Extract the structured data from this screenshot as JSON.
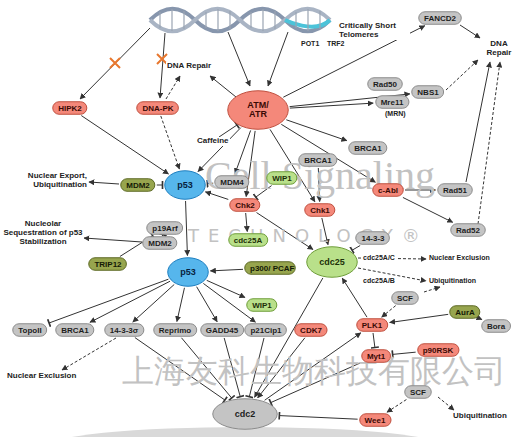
{
  "diagram": {
    "nodes": [
      {
        "text": [
          "FANCD2"
        ]
      },
      {
        "text": [
          "HIPK2"
        ]
      },
      {
        "text": [
          "DNA-PK"
        ]
      },
      {
        "text": [
          "ATM/ ATR"
        ]
      },
      {
        "text": [
          "Rad50"
        ]
      },
      {
        "text": [
          "NBS1"
        ]
      },
      {
        "text": [
          "Mre11"
        ]
      },
      {
        "text": [
          "BRCA1"
        ]
      },
      {
        "text": [
          "MDM2"
        ]
      },
      {
        "text": [
          "MDM4"
        ]
      },
      {
        "text": [
          "p53"
        ]
      },
      {
        "text": [
          "WIP1"
        ]
      },
      {
        "text": [
          "BRCA1"
        ]
      },
      {
        "text": [
          "Chk2"
        ]
      },
      {
        "text": [
          "Chk1"
        ]
      },
      {
        "text": [
          "c-Abl"
        ]
      },
      {
        "text": [
          "Rad51"
        ]
      },
      {
        "text": [
          "cdc25A"
        ]
      },
      {
        "text": [
          "p19Arf"
        ]
      },
      {
        "text": [
          "MDM2"
        ]
      },
      {
        "text": [
          "TRIP12"
        ]
      },
      {
        "text": [
          "14-3-3"
        ]
      },
      {
        "text": [
          "Rad52"
        ]
      },
      {
        "text": [
          "p53"
        ]
      },
      {
        "text": [
          "p300/ PCAF"
        ]
      },
      {
        "text": [
          "cdc25"
        ]
      },
      {
        "text": [
          "WIP1"
        ]
      },
      {
        "text": [
          "AurA"
        ]
      },
      {
        "text": [
          "Bora"
        ]
      },
      {
        "text": [
          "SCF"
        ]
      },
      {
        "text": [
          "TopoII"
        ]
      },
      {
        "text": [
          "BRCA1"
        ]
      },
      {
        "text": [
          "14-3-3σ"
        ]
      },
      {
        "text": [
          "Reprimo"
        ]
      },
      {
        "text": [
          "GADD45"
        ]
      },
      {
        "text": [
          "p21Cip1"
        ]
      },
      {
        "text": [
          "CDK7"
        ]
      },
      {
        "text": [
          "PLK1"
        ]
      },
      {
        "text": [
          "Myt1"
        ]
      },
      {
        "text": [
          "p90RSK"
        ]
      },
      {
        "text": [
          "SCF"
        ]
      },
      {
        "text": [
          "Wee1"
        ]
      },
      {
        "text": [
          "cdc2"
        ]
      }
    ],
    "edges": [
      {
        "from": 1,
        "to": 10,
        "arrow": "to"
      },
      {
        "from": 2,
        "to": 10,
        "arrow": "to"
      },
      {
        "from": 3,
        "to": 10,
        "arrow": "to"
      },
      {
        "from": 3,
        "to": 9,
        "arrow": "to"
      },
      {
        "from": 3,
        "to": 13,
        "arrow": "to"
      },
      {
        "from": 3,
        "to": 14,
        "arrow": "to"
      },
      {
        "from": 3,
        "to": 7,
        "arrow": "to"
      },
      {
        "from": 3,
        "to": 6,
        "arrow": "to"
      },
      {
        "from": 3,
        "to": 5,
        "arrow": "to"
      },
      {
        "from": 3,
        "to": 0,
        "arrow": "to"
      },
      {
        "from": 3,
        "to": 15,
        "arrow": "to"
      },
      {
        "from": 15,
        "to": 16,
        "arrow": "to"
      },
      {
        "from": 15,
        "to": 22,
        "arrow": "to"
      },
      {
        "from": 12,
        "to": 14,
        "arrow": "to"
      },
      {
        "from": 11,
        "to": 13,
        "arrow": "to"
      },
      {
        "from": 13,
        "to": 10,
        "arrow": "to"
      },
      {
        "from": 13,
        "to": 25,
        "arrow": "to"
      },
      {
        "from": 14,
        "to": 25,
        "arrow": "to"
      },
      {
        "from": 8,
        "to": 10,
        "arrow": "to"
      },
      {
        "from": 9,
        "to": 10,
        "arrow": "to"
      },
      {
        "from": 10,
        "to": 23,
        "arrow": "to"
      },
      {
        "from": 18,
        "to": 19,
        "arrow": "to"
      },
      {
        "from": 20,
        "to": 18,
        "arrow": "to"
      },
      {
        "from": 24,
        "to": 23,
        "arrow": "to"
      },
      {
        "from": 23,
        "to": 30,
        "arrow": "to"
      },
      {
        "from": 23,
        "to": 31,
        "arrow": "to"
      },
      {
        "from": 23,
        "to": 32,
        "arrow": "to"
      },
      {
        "from": 23,
        "to": 33,
        "arrow": "to"
      },
      {
        "from": 23,
        "to": 34,
        "arrow": "to"
      },
      {
        "from": 23,
        "to": 35,
        "arrow": "to"
      },
      {
        "from": 23,
        "to": 26,
        "arrow": "to"
      },
      {
        "from": 21,
        "to": 25,
        "arrow": "to"
      },
      {
        "from": 25,
        "to": 42,
        "arrow": "to"
      },
      {
        "from": 37,
        "to": 25,
        "arrow": "to"
      },
      {
        "from": 37,
        "to": 38,
        "arrow": "to"
      },
      {
        "from": 27,
        "to": 37,
        "arrow": "to"
      },
      {
        "from": 28,
        "to": 27,
        "arrow": "to"
      },
      {
        "from": 39,
        "to": 38,
        "arrow": "to"
      },
      {
        "from": 38,
        "to": 42,
        "arrow": "to"
      },
      {
        "from": 41,
        "to": 42,
        "arrow": "to"
      },
      {
        "from": 42,
        "to": 37,
        "arrow": "to"
      },
      {
        "from": 32,
        "to": 42,
        "arrow": "to"
      },
      {
        "from": 35,
        "to": 42,
        "arrow": "to"
      },
      {
        "from": 34,
        "to": 42,
        "arrow": "to"
      },
      {
        "from": 36,
        "to": 42,
        "arrow": "to"
      },
      {
        "from": 33,
        "to": 42,
        "arrow": "to"
      },
      {
        "from": 40,
        "to": 41,
        "arrow": "to"
      },
      {
        "from": 13,
        "to": 17,
        "arrow": "to"
      },
      {
        "from": 29,
        "to": 37,
        "arrow": "to"
      }
    ],
    "labels": [
      "Critically Short Telomeres",
      "POT1",
      "TRF2",
      "DNA Repair",
      "DNA Repair",
      "Caffeine",
      "(MRN)",
      "Nuclear Export, Ubiquitination",
      "Cell Signaling",
      "TECHNOLOGY®",
      "Nucleolar Sequestration of p53 Stabilization",
      "cdc25A/C",
      "Nuclear Exclusion",
      "cdc25A/B",
      "Ubiquitination",
      "Nuclear Exclusion",
      "上海友科生物科技有限公司",
      "Ubiquitination"
    ]
  }
}
